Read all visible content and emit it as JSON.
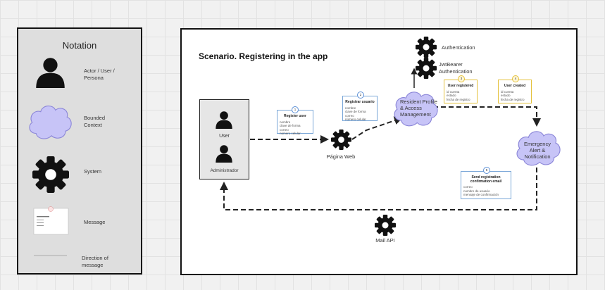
{
  "legend": {
    "title": "Notation",
    "items": [
      {
        "label": "Actor / User / Persona",
        "icon": "person-icon"
      },
      {
        "label": "Bounded Context",
        "icon": "cloud-icon"
      },
      {
        "label": "System",
        "icon": "gear-icon"
      },
      {
        "label": "Message",
        "icon": "message-card-icon"
      },
      {
        "label": "Direction of message",
        "icon": "arrow-line-icon"
      }
    ]
  },
  "scenario": {
    "title": "Scenario. Registering in the app",
    "actors": {
      "user": "User",
      "admin": "Administrador"
    },
    "systems": {
      "web": "Página Web",
      "mail": "Mail API",
      "auth": "Authentication",
      "jwt": "JwtBearer Authentication"
    },
    "contexts": {
      "resident": "Resident Profile & Access Management",
      "emergency": "Emergency Alert & Notification"
    },
    "messages": {
      "m1": {
        "num": "1",
        "title": "Register user",
        "lines": [
          "nombre",
          "clave de forma",
          "correo",
          "número celular"
        ]
      },
      "m2": {
        "num": "2",
        "title": "Registrar usuario",
        "lines": [
          "nombre",
          "clave de forma",
          "correo",
          "número celular"
        ]
      },
      "m3": {
        "num": "3",
        "title": "User registered",
        "lines": [
          "id cuenta",
          "estado",
          "fecha de registro"
        ]
      },
      "m4": {
        "num": "4",
        "title": "User created",
        "lines": [
          "id cuenta",
          "estado",
          "fecha de registro"
        ]
      },
      "m5": {
        "num": "5",
        "title": "Send registration confirmation email",
        "lines": [
          "correo",
          "nombre de usuario",
          "mensaje de confirmación"
        ]
      }
    }
  },
  "colors": {
    "cloud": "#c7c4f7",
    "cloud_stroke": "#8b86d8",
    "note_blue": "#7aa7d8",
    "note_yellow": "#e4c13c"
  }
}
